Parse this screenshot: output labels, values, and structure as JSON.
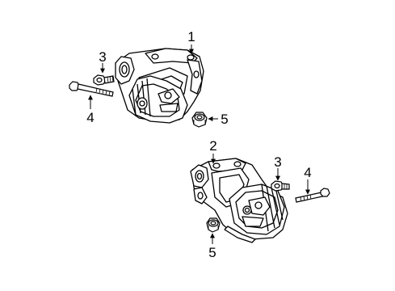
{
  "callouts": {
    "upper": {
      "n1": "1",
      "n3": "3",
      "n4": "4",
      "n5": "5"
    },
    "lower": {
      "n2": "2",
      "n3": "3",
      "n4": "4",
      "n5": "5"
    }
  },
  "colors": {
    "stroke": "#000000",
    "fill": "#ffffff"
  }
}
